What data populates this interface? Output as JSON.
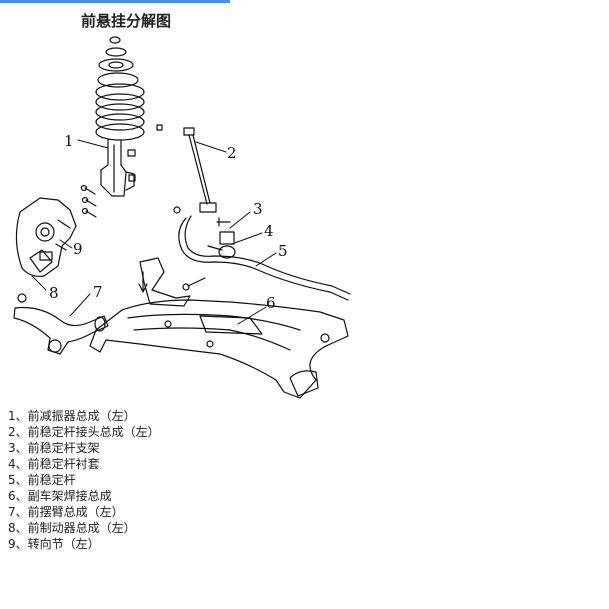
{
  "colors": {
    "accent": "#4a90d9",
    "line": "#111111"
  },
  "title": "前悬挂分解图",
  "callouts": [
    "1",
    "2",
    "3",
    "4",
    "5",
    "6",
    "7",
    "8",
    "9"
  ],
  "legend": [
    "1、前减振器总成（左）",
    "2、前稳定杆接头总成（左）",
    "3、前稳定杆支架",
    "4、前稳定杆衬套",
    "5、前稳定杆",
    "6、副车架焊接总成",
    "7、前摆臂总成（左）",
    "8、前制动器总成（左）",
    "9、转向节（左）"
  ]
}
